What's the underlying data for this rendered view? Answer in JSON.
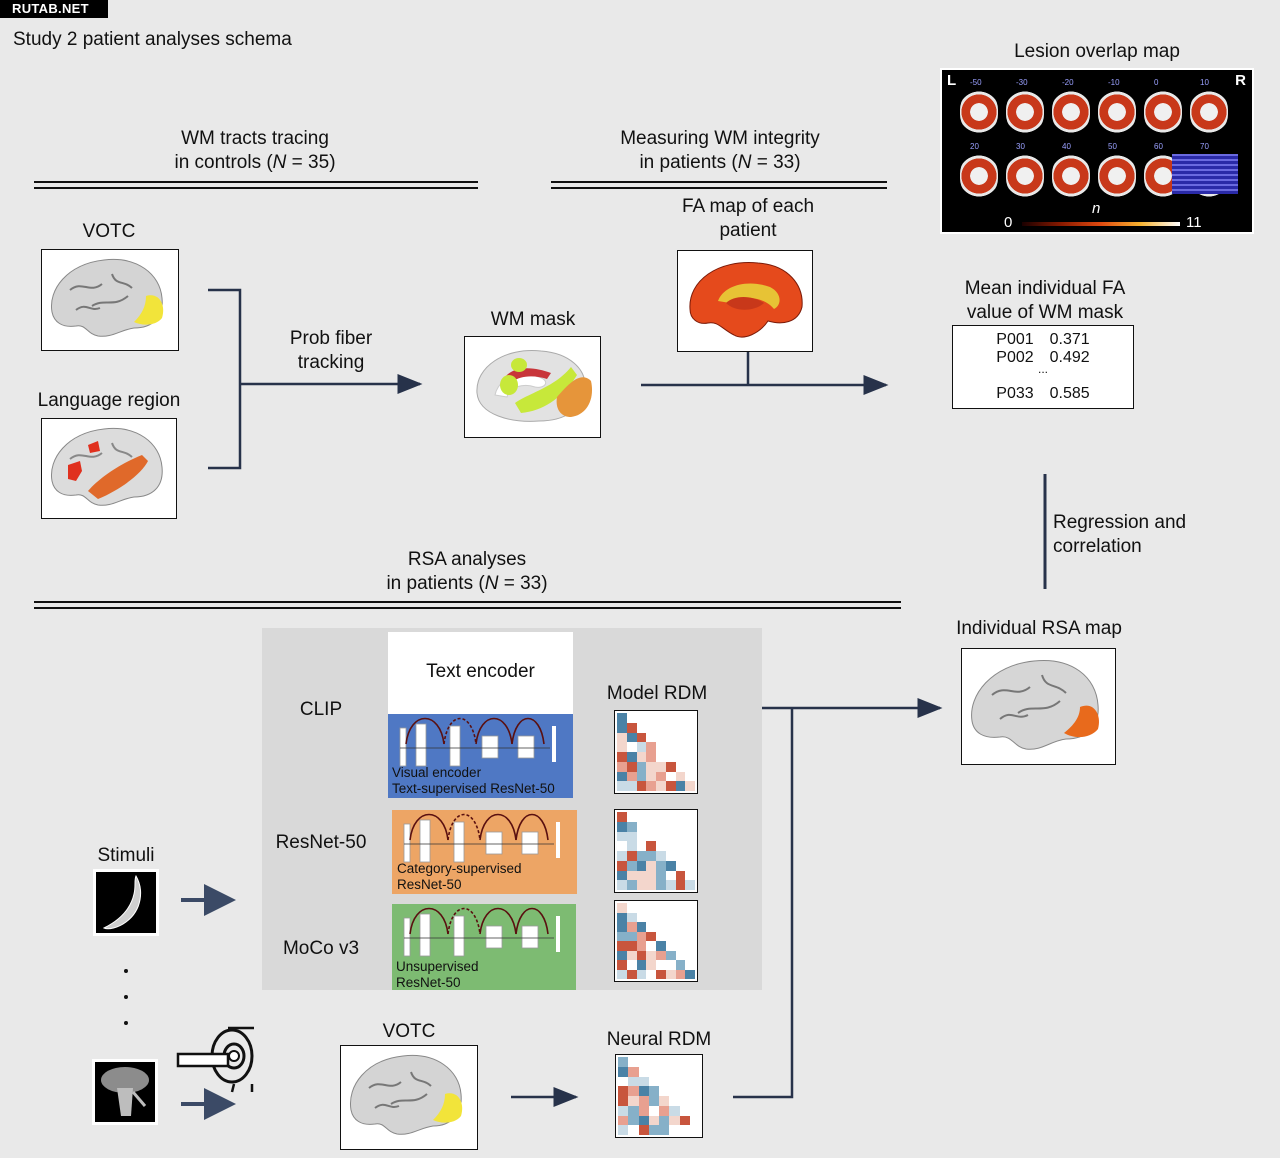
{
  "watermark": "RUTAB.NET",
  "title": "Study 2 patient analyses schema",
  "sections": {
    "wm_tracts": {
      "line1": "WM tracts tracing",
      "line2_prefix": "in controls (",
      "n_symbol": "N",
      "line2_suffix": " = 35)"
    },
    "wm_integrity": {
      "line1": "Measuring WM integrity",
      "line2_prefix": "in patients (",
      "n_symbol": "N",
      "line2_suffix": " = 33)"
    },
    "rsa": {
      "line1": "RSA analyses",
      "line2_prefix": "in patients (",
      "n_symbol": "N",
      "line2_suffix": " = 33)"
    }
  },
  "lesion_map": {
    "title": "Lesion overlap map",
    "left_label": "L",
    "right_label": "R",
    "slices_row1": [
      "-50",
      "-30",
      "-20",
      "-10",
      "0",
      "10"
    ],
    "slices_row2": [
      "20",
      "30",
      "40",
      "50",
      "60",
      "70"
    ],
    "scale_var": "n",
    "scale_min": "0",
    "scale_max": "11"
  },
  "nodes": {
    "votc_top": "VOTC",
    "language_region": "Language region",
    "prob_fiber_line1": "Prob fiber",
    "prob_fiber_line2": "tracking",
    "wm_mask": "WM mask",
    "fa_map_line1": "FA map of each",
    "fa_map_line2": "patient",
    "mean_fa_line1": "Mean individual FA",
    "mean_fa_line2": "value of WM mask",
    "regression_line1": "Regression and",
    "regression_line2": "correlation",
    "individual_rsa": "Individual RSA map",
    "stimuli": "Stimuli",
    "votc_bottom": "VOTC",
    "neural_rdm": "Neural RDM",
    "model_rdm": "Model RDM"
  },
  "fa_values": [
    {
      "id": "P001",
      "value": "0.371"
    },
    {
      "id": "P002",
      "value": "0.492"
    },
    {
      "ellipsis": "..."
    },
    {
      "id": "P033",
      "value": "0.585"
    }
  ],
  "models": [
    {
      "name": "CLIP",
      "text_encoder": "Text encoder",
      "enc_line1": "Visual encoder",
      "enc_line2": "Text-supervised ResNet-50",
      "color": "#4f78c4"
    },
    {
      "name": "ResNet-50",
      "enc_line1": "Category-supervised",
      "enc_line2": "ResNet-50",
      "color": "#eda565"
    },
    {
      "name": "MoCo v3",
      "enc_line1": "Unsupervised",
      "enc_line2": "ResNet-50",
      "color": "#7dbb72"
    }
  ],
  "colors": {
    "arrow": "#27324a",
    "rdm_red": "#c8553d",
    "rdm_blue": "#4a82a6",
    "votc_yellow": "#f2e43a",
    "language_orange": "#e0692a",
    "rsa_orange": "#e86a1c"
  }
}
